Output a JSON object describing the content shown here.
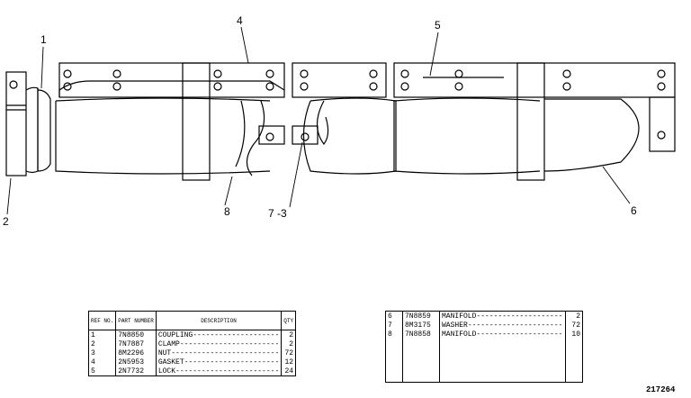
{
  "callouts": [
    "1",
    "2",
    "4",
    "5",
    "6",
    "8",
    "7 -3"
  ],
  "table_left": {
    "headers": [
      "REF NO.",
      "PART NUMBER",
      "DESCRIPTION",
      "QTY"
    ],
    "rows": [
      {
        "ref": "1",
        "part": "7N8850",
        "desc": "COUPLING",
        "qty": "2"
      },
      {
        "ref": "2",
        "part": "7N7887",
        "desc": "CLAMP",
        "qty": "2"
      },
      {
        "ref": "3",
        "part": "8M2296",
        "desc": "NUT",
        "qty": "72"
      },
      {
        "ref": "4",
        "part": "2N5953",
        "desc": "GASKET",
        "qty": "12"
      },
      {
        "ref": "5",
        "part": "2N7732",
        "desc": "LOCK",
        "qty": "24"
      }
    ]
  },
  "table_right": {
    "rows": [
      {
        "ref": "6",
        "part": "7N8859",
        "desc": "MANIFOLD",
        "qty": "2"
      },
      {
        "ref": "7",
        "part": "8M3175",
        "desc": "WASHER",
        "qty": "72"
      },
      {
        "ref": "8",
        "part": "7N8858",
        "desc": "MANIFOLD",
        "qty": "10"
      }
    ]
  },
  "figure_number": "217264"
}
